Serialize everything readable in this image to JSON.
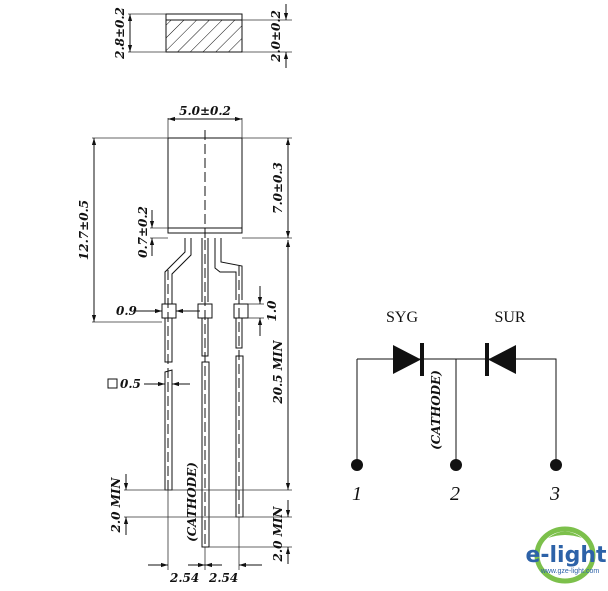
{
  "top_view": {
    "left_dim": "2.8±0.2",
    "right_dim": "2.0±0.2"
  },
  "side_view": {
    "width_dim": "5.0±0.2",
    "body_height_dim": "7.0±0.3",
    "total_height_dim": "12.7±0.5",
    "flange_dim": "0.7±0.2",
    "lead_kink_width_dim": "0.9",
    "lead_kink_height_dim": "1.0",
    "lead_length_dim": "20.5 MIN",
    "lead_square_dim": "0.5",
    "lead_step_left_dim": "2.0 MIN",
    "lead_step_right_dim": "2.0 MIN",
    "cathode_label": "(CATHODE)",
    "pitch_left": "2.54",
    "pitch_right": "2.54"
  },
  "schematic": {
    "diode_left_label": "SYG",
    "diode_right_label": "SUR",
    "cathode_label": "(CATHODE)",
    "pins": [
      "1",
      "2",
      "3"
    ]
  },
  "logo": {
    "name": "e-light",
    "url": "www.gze-light.com",
    "colors": {
      "blue": "#2d62a8",
      "green": "#7cc04b"
    }
  }
}
